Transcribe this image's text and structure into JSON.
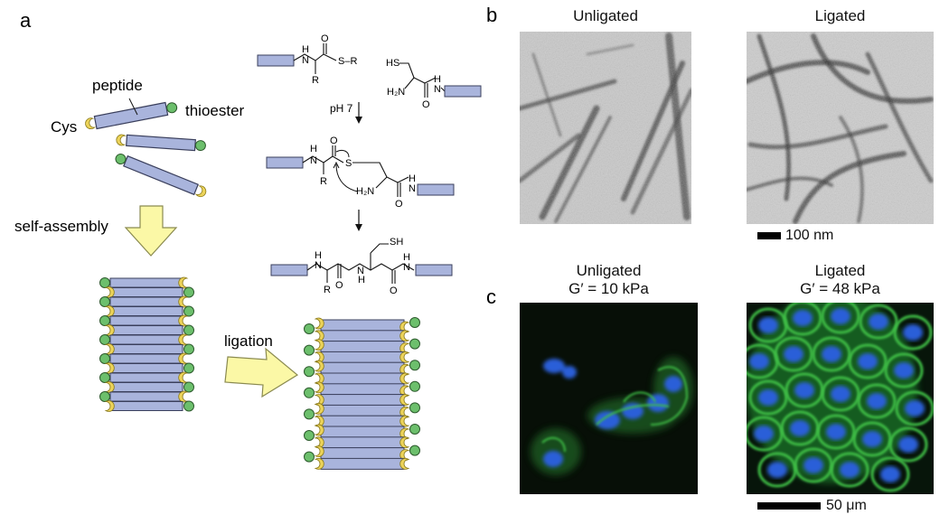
{
  "panels": {
    "a": {
      "letter": "a",
      "cys_label": "Cys",
      "peptide_label": "peptide",
      "thioester_label": "thioester",
      "self_assembly_label": "self-assembly",
      "ligation_label": "ligation",
      "reaction": {
        "ph_label": "pH 7",
        "H": "H",
        "N": "N",
        "O": "O",
        "S": "S",
        "R": "R",
        "S_R": "S–R",
        "HS": "HS",
        "SH": "SH",
        "H2N": "H₂N"
      }
    },
    "b": {
      "letter": "b",
      "left_title": "Unligated",
      "right_title": "Ligated",
      "scale_label": "100 nm"
    },
    "c": {
      "letter": "c",
      "left_title": "Unligated",
      "left_modulus": "G′ = 10 kPa",
      "right_title": "Ligated",
      "right_modulus": "G′ = 48 kPa",
      "scale_label": "50 μm"
    }
  },
  "colors": {
    "peptide_fill": "#a9b4dc",
    "peptide_stroke": "#3a3f5c",
    "thioester_green": "#6cbf6c",
    "cys_yellow": "#ecd35a",
    "arrow_fill": "#fbf8a6",
    "arrow_stroke": "#8a8a50",
    "em_background": "#c9c9c9",
    "fluor_background": "#070f07",
    "nucleus_blue": "#2a5fd8",
    "membrane_green": "#3fc046"
  },
  "icons": {
    "cys": "yellow-crescent-icon",
    "thioester": "green-circle-icon"
  }
}
